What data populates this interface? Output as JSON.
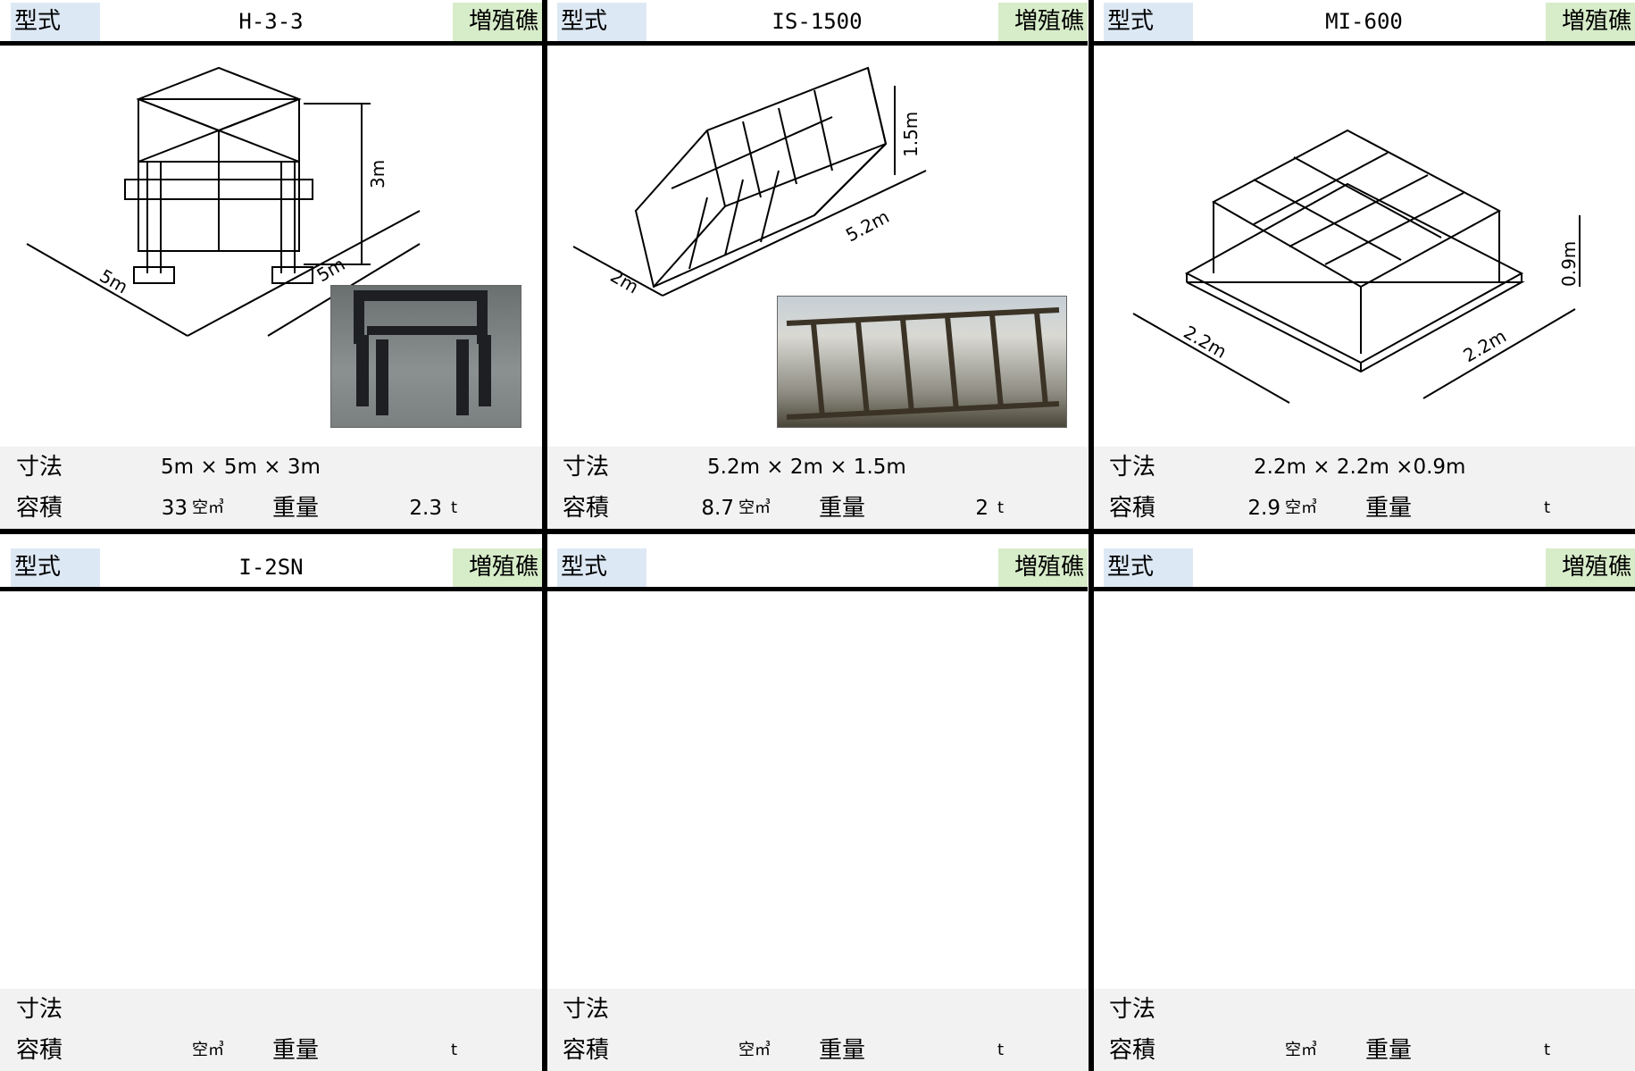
{
  "labels": {
    "model": "型式",
    "category": "増殖礁",
    "dims": "寸法",
    "volume": "容積",
    "weight": "重量",
    "vol_unit": "空㎥",
    "weight_unit": "t"
  },
  "cards": [
    {
      "model": "H-3-3",
      "dims": "5m × 5m × 3m",
      "volume": "33",
      "weight": "2.3",
      "drawing_labels": {
        "a": "5m",
        "b": "5m",
        "h": "3m"
      }
    },
    {
      "model": "IS-1500",
      "dims": "5.2m × 2m × 1.5m",
      "volume": "8.7",
      "weight": "2",
      "drawing_labels": {
        "a": "2m",
        "b": "5.2m",
        "h": "1.5m"
      }
    },
    {
      "model": "MI-600",
      "dims": "2.2m × 2.2m ×0.9m",
      "volume": "2.9",
      "weight": "",
      "drawing_labels": {
        "a": "2.2m",
        "b": "2.2m",
        "h": "0.9m"
      }
    },
    {
      "model": "I-2SN",
      "dims": "",
      "volume": "",
      "weight": ""
    },
    {
      "model": "",
      "dims": "",
      "volume": "",
      "weight": ""
    },
    {
      "model": "",
      "dims": "",
      "volume": "",
      "weight": ""
    }
  ]
}
